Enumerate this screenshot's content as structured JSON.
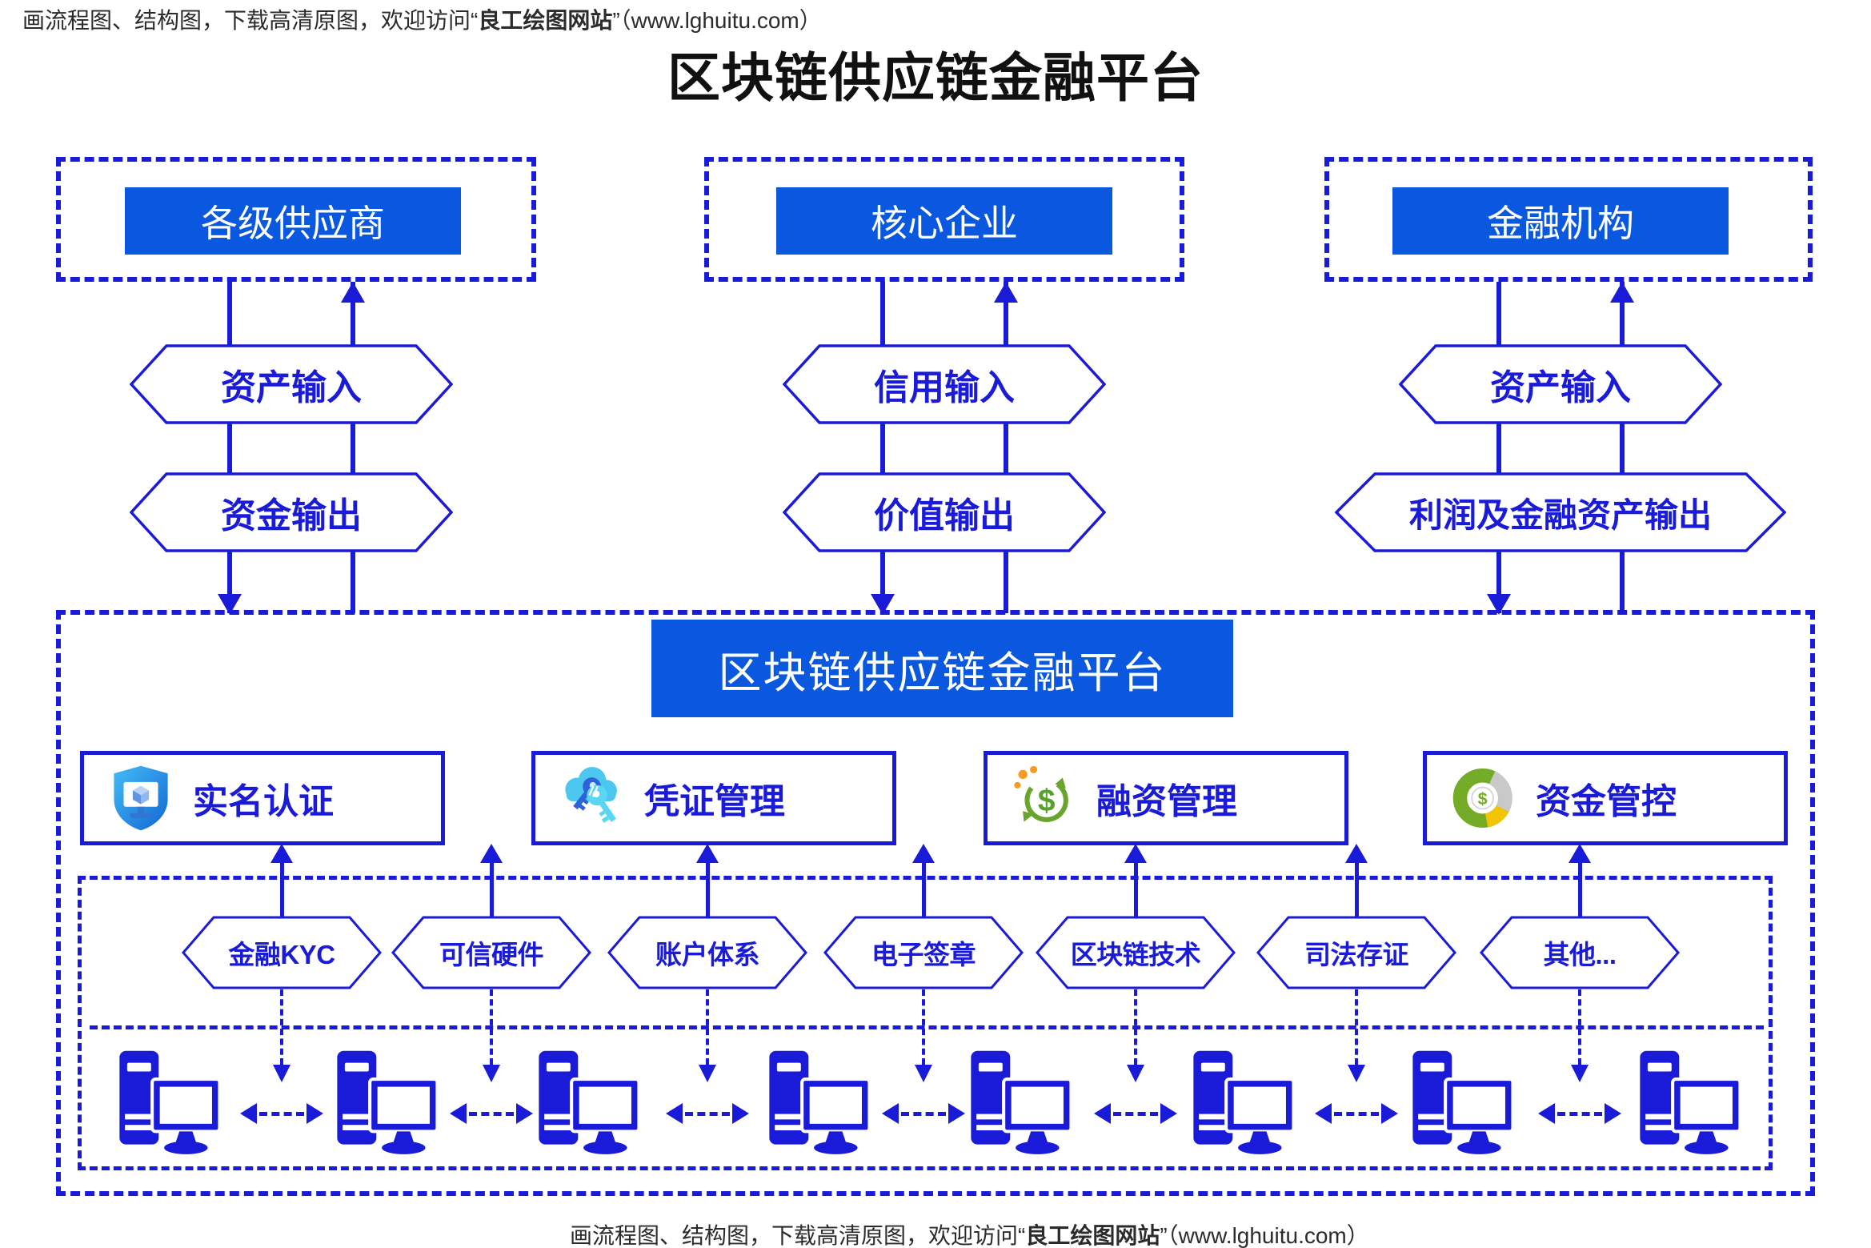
{
  "watermark": {
    "prefix": "画流程图、结构图，下载高清原图，欢迎访问“",
    "brand": "良工绘图网站",
    "suffix": "”（www.lghuitu.com）"
  },
  "title": "区块链供应链金融平台",
  "actors": [
    {
      "label": "各级供应商",
      "input": "资产输入",
      "output": "资金输出"
    },
    {
      "label": "核心企业",
      "input": "信用输入",
      "output": "价值输出"
    },
    {
      "label": "金融机构",
      "input": "资产输入",
      "output": "利润及金融资产输出"
    }
  ],
  "platform": {
    "header": "区块链供应链金融平台",
    "features": [
      {
        "label": "实名认证",
        "icon": "shield-monitor-icon"
      },
      {
        "label": "凭证管理",
        "icon": "cloud-keys-icon"
      },
      {
        "label": "融资管理",
        "icon": "dollar-cycle-icon"
      },
      {
        "label": "资金管控",
        "icon": "donut-chart-dollar-icon"
      }
    ],
    "capabilities": [
      "金融KYC",
      "可信硬件",
      "账户体系",
      "电子签章",
      "区块链技术",
      "司法存证",
      "其他..."
    ],
    "node_count": 8
  },
  "colors": {
    "box_fill_blue": "#0a58e0",
    "line_blue": "#1a1ad9",
    "title_black": "#111111",
    "watermark_gray": "#2b2b2b",
    "icon_green": "#69a42c",
    "icon_orange": "#f59a23",
    "icon_yellow": "#f2c500",
    "icon_gray": "#c9c9c9",
    "icon_cloud_blue": "#4cc7f0",
    "icon_shield_blue": "#2b8fe8"
  }
}
